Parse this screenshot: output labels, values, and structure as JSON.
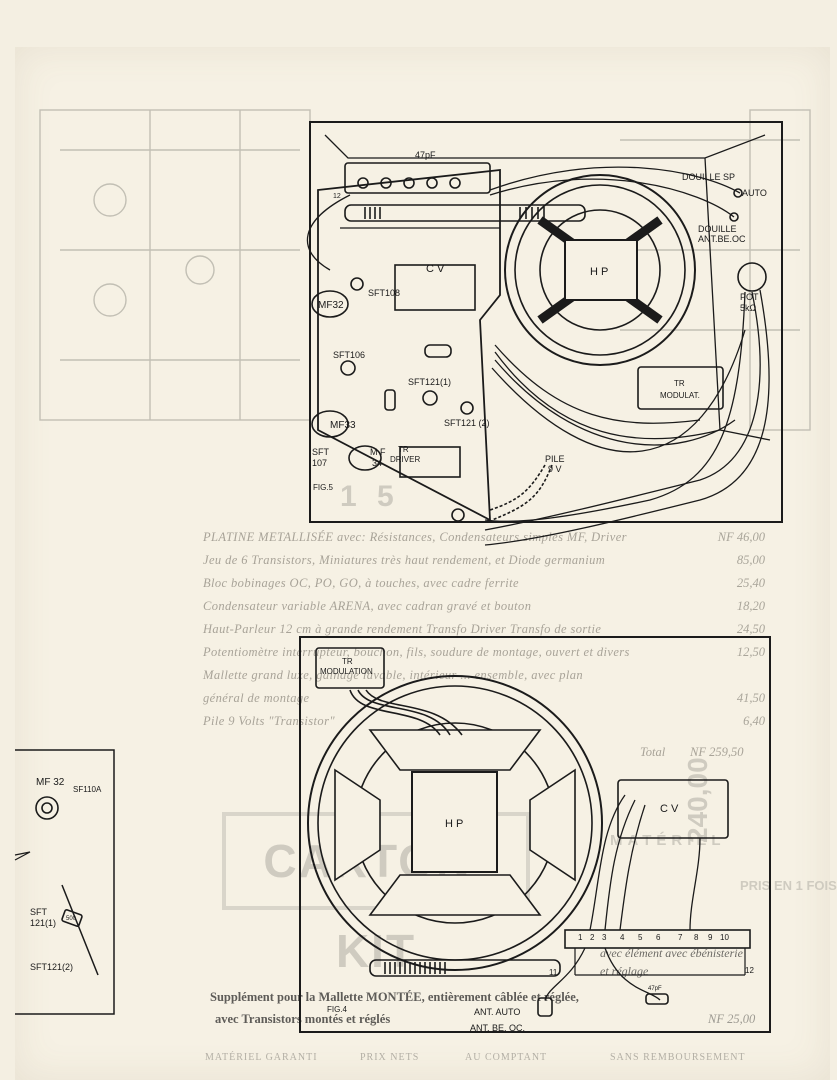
{
  "fig5": {
    "caption": "FIG.5",
    "cap47": "47pF",
    "douille_sp": "DOUILLE SP",
    "auto": "AUTO",
    "douille": "DOUILLE",
    "ant_be_oc": "ANT.BE.OC",
    "cv": "C V",
    "hp": "H P",
    "pot": "POT",
    "pot_val": "5kΩ",
    "mf32": "MF32",
    "mf33": "MF33",
    "sft108": "SFT108",
    "sft106": "SFT106",
    "sft121_1": "SFT121(1)",
    "sft121_2": "SFT121 (2)",
    "sft107_a": "SFT",
    "sft107_b": "107",
    "mf34_a": "M F",
    "mf34_b": "34",
    "tr_driver_a": "TR",
    "tr_driver_b": "DRIVER",
    "tr_modulat_a": "TR",
    "tr_modulat_b": "MODULAT.",
    "pile_a": "PILE",
    "pile_b": "9 V",
    "num12": "12"
  },
  "fig4": {
    "caption": "FIG.4",
    "tr_modulation_a": "TR",
    "tr_modulation_b": "MODULATION",
    "hp": "H P",
    "cv": "C V",
    "terminals": [
      "1",
      "2",
      "3",
      "4",
      "5",
      "6",
      "7",
      "8",
      "9",
      "10"
    ],
    "num11": "11",
    "num12": "12",
    "cap47": "47pF",
    "ant_auto": "ANT. AUTO",
    "ant_be_oc": "ANT. BE. OC."
  },
  "left_detail": {
    "mf32": "MF 32",
    "sft110": "SF110A",
    "sft121_1a": "SFT",
    "sft121_1b": "121(1)",
    "sft121_2": "SFT121(2)",
    "res": "500"
  },
  "bleed": {
    "rows": [
      {
        "text": "PLATINE METALLISÉE avec: Résistances, Condensateurs simples MF, Driver",
        "price": "NF 46,00"
      },
      {
        "text": "Jeu de 6 Transistors, Miniatures très haut rendement, et Diode germanium",
        "price": "85,00"
      },
      {
        "text": "Bloc bobinages OC, PO, GO, à touches, avec cadre ferrite",
        "price": "25,40"
      },
      {
        "text": "Condensateur variable ARENA, avec cadran gravé et bouton",
        "price": "18,20"
      },
      {
        "text": "Haut-Parleur 12 cm à grande rendement Transfo Driver Transfo de sortie",
        "price": "24,50"
      },
      {
        "text": "Potentiomètre interrupteur, bouchon, fils, soudure de montage, ouvert et divers",
        "price": "12,50"
      },
      {
        "text": "Mallette grand luxe, gainage lavable, intérieur ... ensemble, avec plan",
        "price": ""
      },
      {
        "text": "général de montage",
        "price": "41,50"
      },
      {
        "text": "Pile 9 Volts \"Transistor\"",
        "price": "6,40"
      }
    ],
    "total_label": "Total",
    "total": "NF 259,50",
    "matere": "MATÉRIEL",
    "pris": "PRIS EN 1 FOIS",
    "kit_a": "CARTON-KIT",
    "price_big": "240,00",
    "bottom_a": "avec élément avec ébénisterie",
    "bottom_b": "et réglage",
    "bottom_c": "Supplément pour la Mallette MONTÉE, entièrement câblée et réglée,",
    "bottom_d": "avec Transistors montés et réglés",
    "bottom_price": "NF 25,00",
    "footer_a": "MATÉRIEL GARANTI",
    "footer_b": "PRIX NETS",
    "footer_c": "AU COMPTANT",
    "footer_d": "SANS REMBOURSEMENT",
    "big_15": "1 5"
  }
}
